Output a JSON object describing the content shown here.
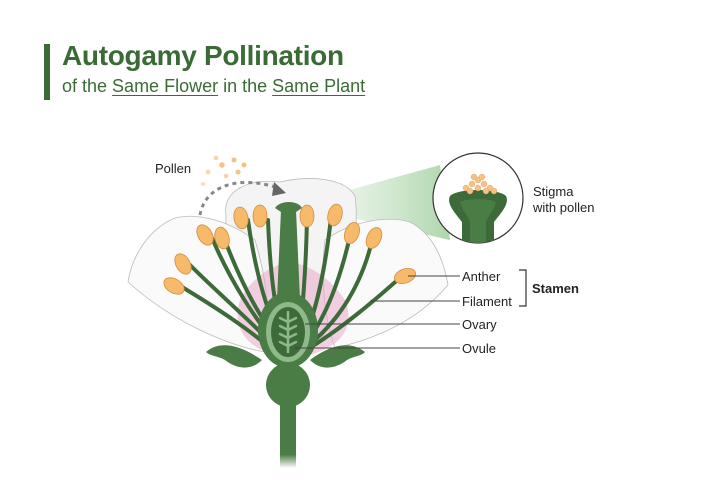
{
  "header": {
    "title": "Autogamy Pollination",
    "subtitle_parts": [
      "of the ",
      "Same Flower",
      " in the ",
      "Same Plant"
    ]
  },
  "labels": {
    "pollen": "Pollen",
    "stigma_line1": "Stigma",
    "stigma_line2": "with pollen",
    "anther": "Anther",
    "filament": "Filament",
    "ovary": "Ovary",
    "ovule": "Ovule",
    "stamen": "Stamen"
  },
  "colors": {
    "title_green": "#3a6b35",
    "stem_green": "#4a7c45",
    "dark_green": "#3c6a38",
    "light_green": "#8fb98a",
    "anther_orange": "#f7b96a",
    "petal_pink": "#e8a9c9",
    "pollen_dots": "#f5c185",
    "arrow_gray": "#888888"
  }
}
